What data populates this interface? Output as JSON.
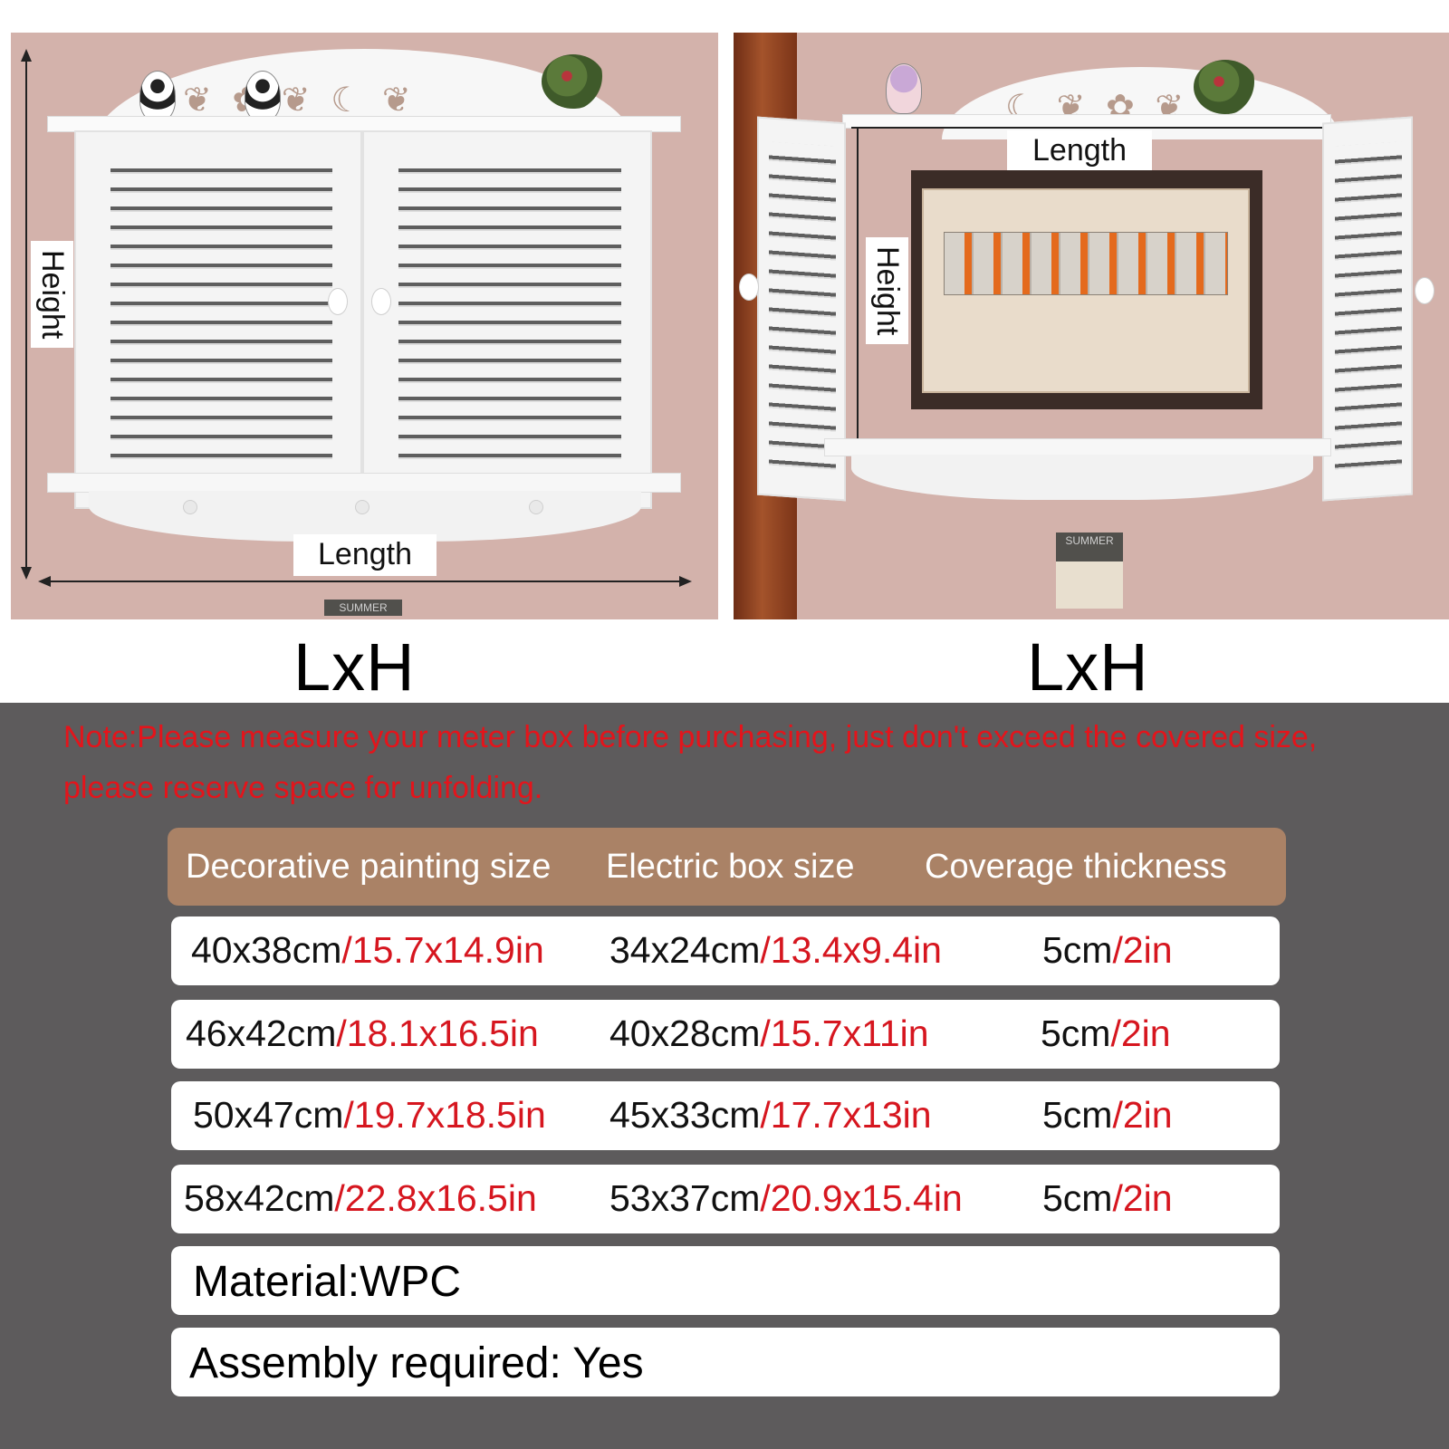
{
  "images": {
    "left": {
      "length_label": "Length",
      "height_label": "Height",
      "caption": "LxH",
      "sign_text": "SUMMER"
    },
    "right": {
      "length_label": "Length",
      "height_label": "Height",
      "caption": "LxH",
      "sign_text": "SUMMER"
    }
  },
  "note": "Note:Please measure your meter box before purchasing, just don't exceed the covered size, please reserve space for unfolding.",
  "table": {
    "headers": [
      "Decorative painting size",
      "Electric box size",
      "Coverage thickness"
    ],
    "rows": [
      {
        "painting_cm": "40x38cm",
        "painting_in": "/15.7x14.9in",
        "box_cm": "34x24cm",
        "box_in": "/13.4x9.4in",
        "thick_cm": "5cm",
        "thick_in": "/2in"
      },
      {
        "painting_cm": "46x42cm",
        "painting_in": "/18.1x16.5in",
        "box_cm": "40x28cm",
        "box_in": "/15.7x11in",
        "thick_cm": "5cm",
        "thick_in": "/2in"
      },
      {
        "painting_cm": "50x47cm",
        "painting_in": "/19.7x18.5in",
        "box_cm": "45x33cm",
        "box_in": "/17.7x13in",
        "thick_cm": "5cm",
        "thick_in": "/2in"
      },
      {
        "painting_cm": "58x42cm",
        "painting_in": "/22.8x16.5in",
        "box_cm": "53x37cm",
        "box_in": "/20.9x15.4in",
        "thick_cm": "5cm",
        "thick_in": "/2in"
      }
    ]
  },
  "material": "Material:WPC",
  "assembly": "Assembly required: Yes",
  "colors": {
    "note_red": "#e4141b",
    "inch_red": "#d6161f",
    "header_bg": "#aa8266",
    "background": "#5d5b5c"
  }
}
